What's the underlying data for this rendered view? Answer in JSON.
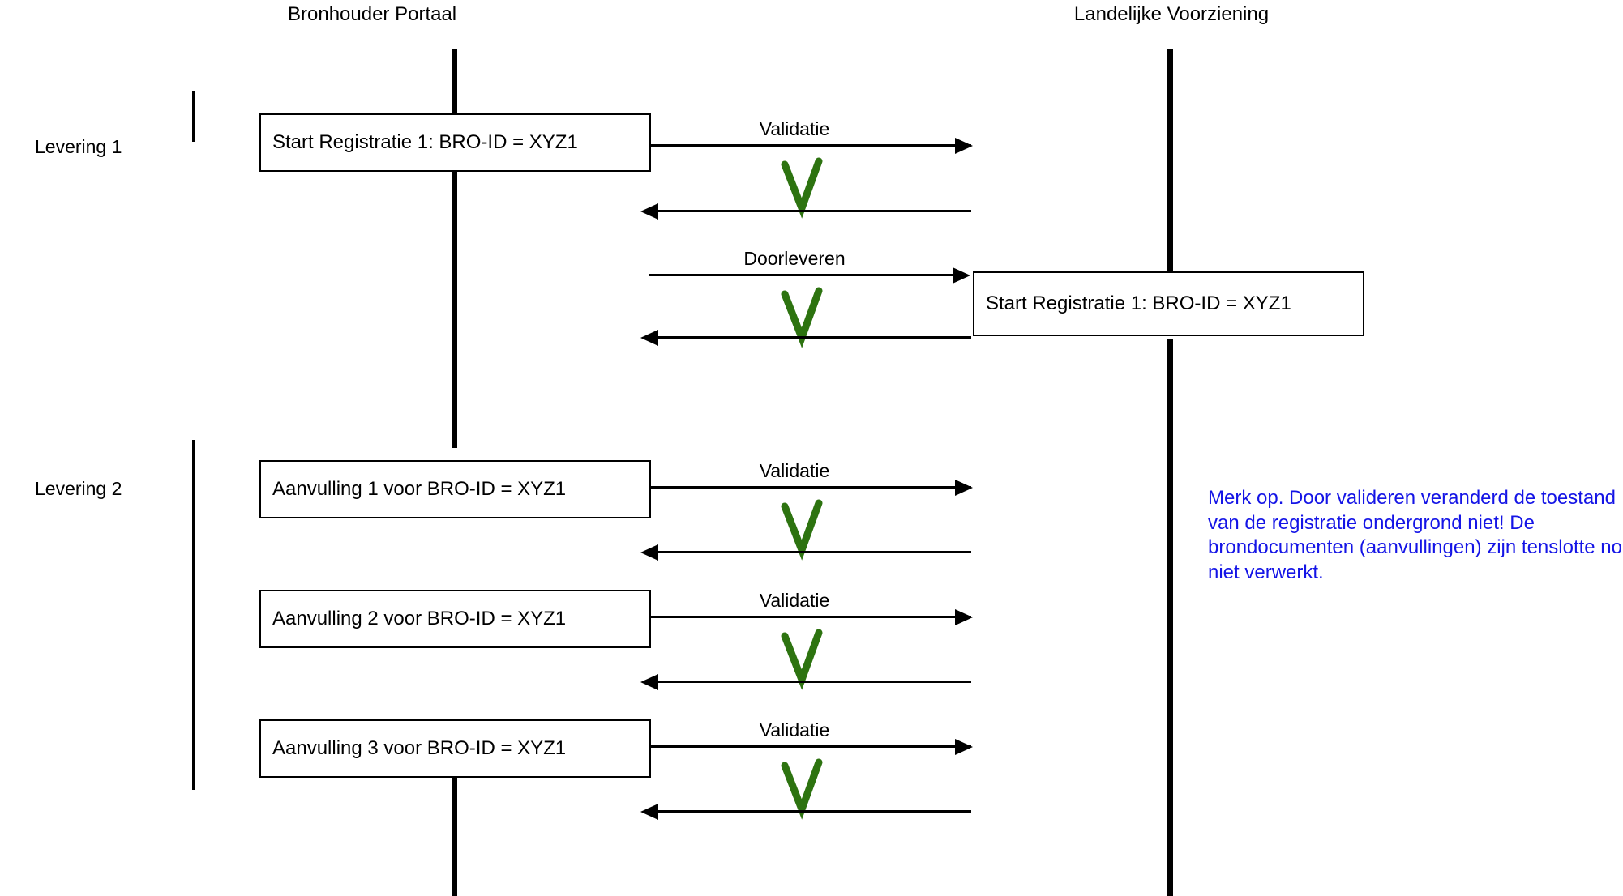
{
  "diagram": {
    "title_left": "Bronhouder Portaal",
    "title_right": "Landelijke Voorziening",
    "accent_colors": {
      "check_green": "#2d7310",
      "note_blue": "#1414e6",
      "line_black": "#000000"
    }
  },
  "actors": [
    {
      "id": "bronhouder",
      "label": "Bronhouder Portaal"
    },
    {
      "id": "landelijke",
      "label": "Landelijke Voorziening"
    }
  ],
  "groups": [
    {
      "id": "levering-1",
      "label": "Levering 1"
    },
    {
      "id": "levering-2",
      "label": "Levering 2"
    }
  ],
  "boxes": [
    {
      "id": "box-start-registratie-left",
      "label": "Start Registratie 1: BRO-ID = XYZ1"
    },
    {
      "id": "box-start-registratie-right",
      "label": "Start Registratie 1: BRO-ID = XYZ1"
    },
    {
      "id": "box-aanvulling-1",
      "label": "Aanvulling 1 voor BRO-ID = XYZ1"
    },
    {
      "id": "box-aanvulling-2",
      "label": "Aanvulling 2 voor BRO-ID = XYZ1"
    },
    {
      "id": "box-aanvulling-3",
      "label": "Aanvulling 3 voor BRO-ID = XYZ1"
    }
  ],
  "messages": [
    {
      "id": "msg-validatie-1",
      "label": "Validatie",
      "direction": "right",
      "checked": true
    },
    {
      "id": "msg-return-1",
      "label": "",
      "direction": "left",
      "checked": false
    },
    {
      "id": "msg-doorleveren",
      "label": "Doorleveren",
      "direction": "right",
      "checked": true
    },
    {
      "id": "msg-return-2",
      "label": "",
      "direction": "left",
      "checked": false
    },
    {
      "id": "msg-validatie-2",
      "label": "Validatie",
      "direction": "right",
      "checked": true
    },
    {
      "id": "msg-return-3",
      "label": "",
      "direction": "left",
      "checked": false
    },
    {
      "id": "msg-validatie-3",
      "label": "Validatie",
      "direction": "right",
      "checked": true
    },
    {
      "id": "msg-return-4",
      "label": "",
      "direction": "left",
      "checked": false
    },
    {
      "id": "msg-validatie-4",
      "label": "Validatie",
      "direction": "right",
      "checked": true
    },
    {
      "id": "msg-return-5",
      "label": "",
      "direction": "left",
      "checked": false
    }
  ],
  "note": {
    "id": "note-validatie",
    "text": "Merk  op. Door valideren veranderd de toestand van de registratie ondergrond niet! De brondocumenten (aanvullingen) zijn tenslotte nog niet verwerkt."
  }
}
